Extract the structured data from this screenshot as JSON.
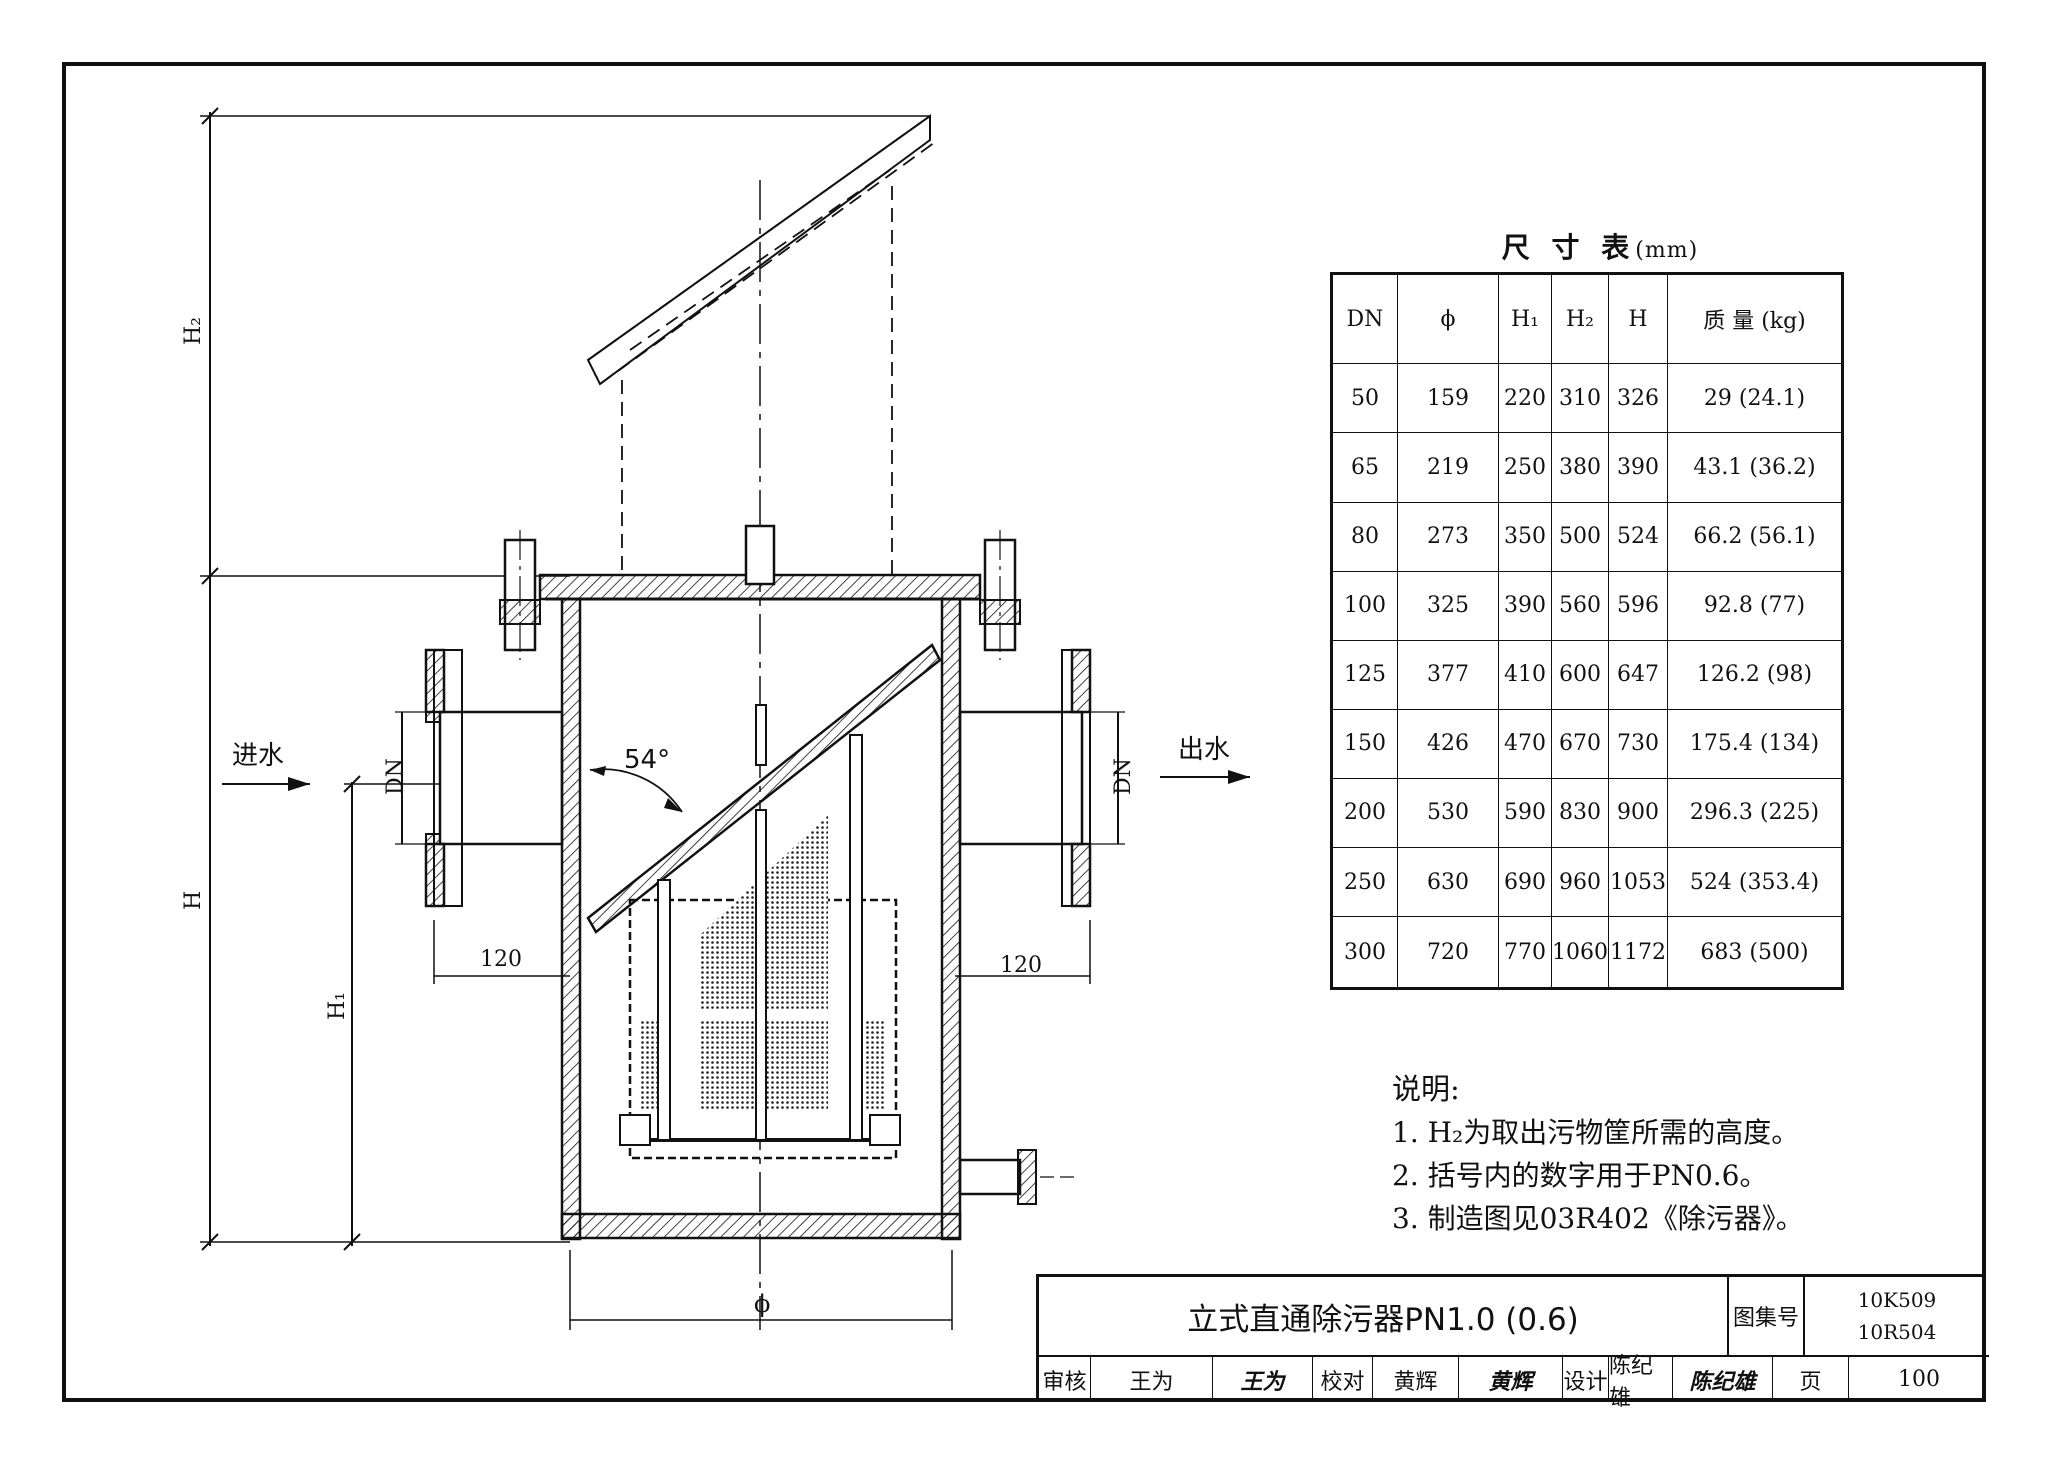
{
  "drawing": {
    "labels": {
      "h2": "H₂",
      "h": "H",
      "h1": "H₁",
      "dn_left": "DN",
      "dn_right": "DN",
      "inlet": "进水",
      "outlet": "出水",
      "angle": "54°",
      "offset_left": "120",
      "offset_right": "120",
      "phi": "ϕ"
    }
  },
  "dimension_table": {
    "title": "尺 寸 表",
    "unit": "(mm)",
    "headers": [
      "DN",
      "ϕ",
      "H₁",
      "H₂",
      "H",
      "质 量 (kg)"
    ],
    "rows": [
      [
        "50",
        "159",
        "220",
        "310",
        "326",
        "29 (24.1)"
      ],
      [
        "65",
        "219",
        "250",
        "380",
        "390",
        "43.1 (36.2)"
      ],
      [
        "80",
        "273",
        "350",
        "500",
        "524",
        "66.2 (56.1)"
      ],
      [
        "100",
        "325",
        "390",
        "560",
        "596",
        "92.8 (77)"
      ],
      [
        "125",
        "377",
        "410",
        "600",
        "647",
        "126.2 (98)"
      ],
      [
        "150",
        "426",
        "470",
        "670",
        "730",
        "175.4 (134)"
      ],
      [
        "200",
        "530",
        "590",
        "830",
        "900",
        "296.3 (225)"
      ],
      [
        "250",
        "630",
        "690",
        "960",
        "1053",
        "524 (353.4)"
      ],
      [
        "300",
        "720",
        "770",
        "1060",
        "1172",
        "683 (500)"
      ]
    ]
  },
  "notes": {
    "heading": "说明:",
    "items": [
      "1. H₂为取出污物筐所需的高度。",
      "2. 括号内的数字用于PN0.6。",
      "3. 制造图见03R402《除污器》。"
    ]
  },
  "title_block": {
    "title": "立式直通除污器PN1.0 (0.6)",
    "atlas_label": "图集号",
    "atlas_codes": [
      "10K509",
      "10R504"
    ],
    "review_label": "审核",
    "reviewer": "王为",
    "reviewer_sig": "王为",
    "check_label": "校对",
    "checker": "黄辉",
    "checker_sig": "黄辉",
    "design_label": "设计",
    "designer": "陈纪雄",
    "designer_sig": "陈纪雄",
    "page_label": "页",
    "page": "100"
  }
}
